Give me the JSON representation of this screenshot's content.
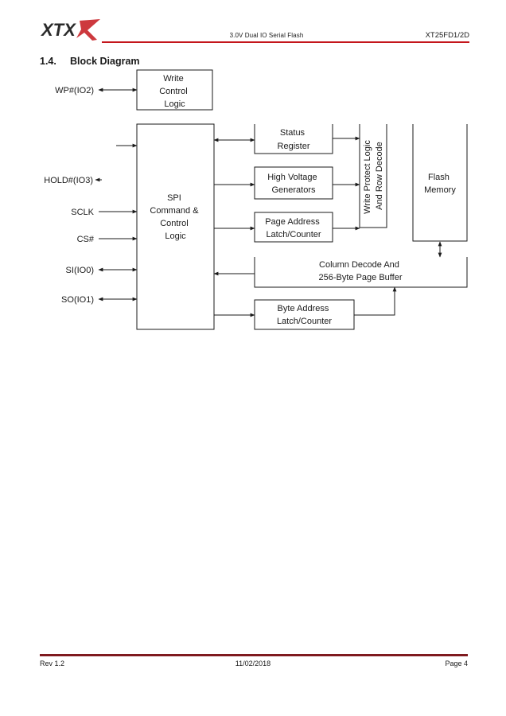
{
  "header": {
    "logo_text": "XTX",
    "subject": "3.0V Dual IO Serial Flash",
    "part_number": "XT25FD1/2D",
    "accent_color": "#c4161c"
  },
  "section": {
    "number": "1.4.",
    "title": "Block Diagram"
  },
  "diagram": {
    "blocks": {
      "write_control": [
        "Write",
        "Control",
        "Logic"
      ],
      "spi_control": [
        "SPI",
        "Command &",
        "Control",
        "Logic"
      ],
      "status_register": [
        "Status",
        "Register"
      ],
      "high_voltage": [
        "High Voltage",
        "Generators"
      ],
      "page_address": [
        "Page Address",
        "Latch/Counter"
      ],
      "write_protect": [
        "Write Protect Logic",
        "And Row Decode"
      ],
      "flash_memory": [
        "Flash",
        "Memory"
      ],
      "column_decode": [
        "Column Decode And",
        "256-Byte Page Buffer"
      ],
      "byte_address": [
        "Byte Address",
        "Latch/Counter"
      ]
    },
    "pins": {
      "wp": "WP#(IO2)",
      "hold": "HOLD#(IO3)",
      "sclk": "SCLK",
      "cs": "CS#",
      "si": "SI(IO0)",
      "so": "SO(IO1)"
    }
  },
  "footer": {
    "revision": "Rev 1.2",
    "date": "11/02/2018",
    "page": "Page 4"
  }
}
